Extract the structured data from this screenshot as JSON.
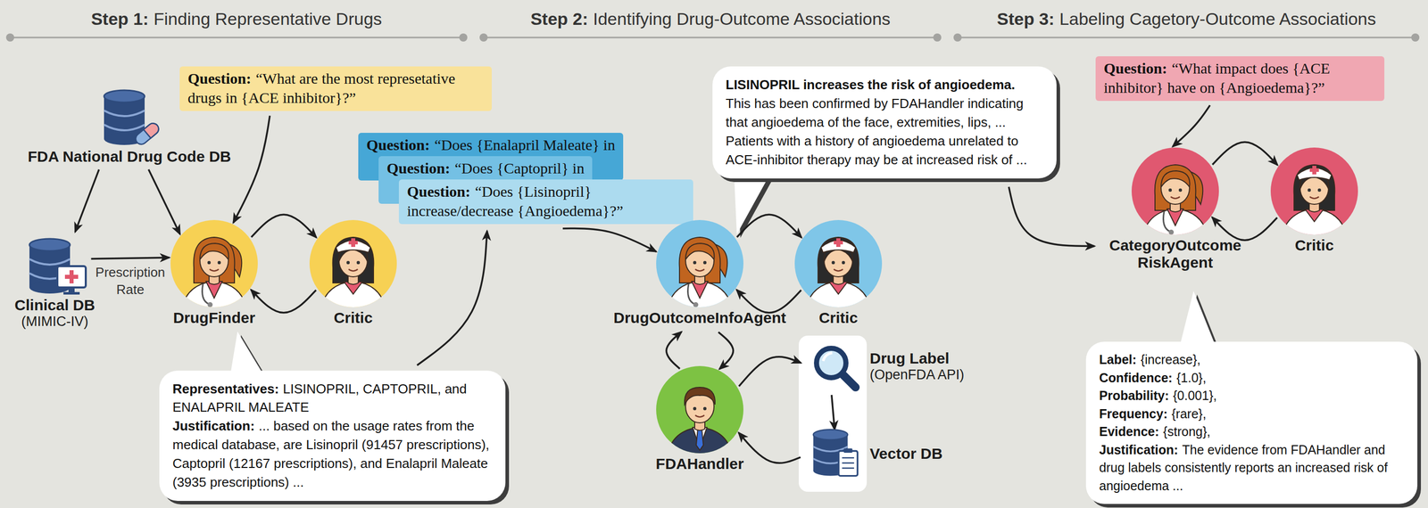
{
  "diagram": {
    "nodes": [
      {
        "text": [
          "Question:",
          "“What are the most represetative drugs in {ACE inhibitor}?”"
        ]
      },
      {
        "text": [
          "FDA National Drug Code DB"
        ]
      },
      {
        "text": [
          "Clinical DB",
          "(MIMIC-IV)"
        ]
      },
      {
        "text": [
          "DrugFinder"
        ]
      },
      {
        "text": [
          "Critic"
        ]
      },
      {
        "text": [
          "Representatives:",
          "LISINOPRIL, CAPTOPRIL, and ENALAPRIL MALEATE",
          "Justification:",
          "... based on the usage rates from the medical database, are Lisinopril (91457 prescriptions), Captopril (12167 prescriptions), and Enalapril Maleate (3935 prescriptions) ..."
        ]
      },
      {
        "text": [
          "Question:",
          "“Does {Enalapril Maleate} in"
        ]
      },
      {
        "text": [
          "Question:",
          "“Does {Captopril} in"
        ]
      },
      {
        "text": [
          "Question:",
          "“Does {Lisinopril} increase/decrease {Angioedema}?”"
        ]
      },
      {
        "text": [
          "DrugOutcomeInfoAgent"
        ]
      },
      {
        "text": [
          "Critic"
        ]
      },
      {
        "text": [
          "LISINOPRIL increases the risk of angioedema.",
          "This has been confirmed by FDAHandler indicating that angioedema of the face, extremities, lips, ... Patients with a history of angioedema unrelated to ACE-inhibitor therapy may be at increased risk of ..."
        ]
      },
      {
        "text": [
          "FDAHandler"
        ]
      },
      {
        "text": [
          "Drug Label",
          "(OpenFDA API)"
        ]
      },
      {
        "text": [
          "Vector DB"
        ]
      },
      {
        "text": [
          "Question:",
          "“What impact does {ACE inhibitor} have on {Angioedema}?”"
        ]
      },
      {
        "text": [
          "CategoryOutcome RiskAgent"
        ]
      },
      {
        "text": [
          "Critic"
        ]
      },
      {
        "text": [
          "Label:",
          "{increase},",
          "Confidence:",
          "{1.0},",
          "Probability:",
          "{0.001},",
          "Frequency:",
          "{rare},",
          "Evidence:",
          "{strong},",
          "Justification:",
          "The evidence from FDAHandler and drug labels consistently reports an increased risk of angioedema ..."
        ]
      }
    ],
    "edges": [
      {
        "from": 0,
        "to": 3,
        "arrow": "to"
      },
      {
        "from": 1,
        "to": 2,
        "arrow": "to"
      },
      {
        "from": 1,
        "to": 3,
        "arrow": "to"
      },
      {
        "from": 2,
        "to": 3,
        "label": "Prescription Rate",
        "arrow": "to"
      },
      {
        "from": 3,
        "to": 4,
        "arrow": "to"
      },
      {
        "from": 4,
        "to": 3,
        "arrow": "to"
      },
      {
        "from": 5,
        "to": 8,
        "arrow": "to"
      },
      {
        "from": 8,
        "to": 9,
        "arrow": "to"
      },
      {
        "from": 9,
        "to": 10,
        "arrow": "to"
      },
      {
        "from": 10,
        "to": 9,
        "arrow": "to"
      },
      {
        "from": 12,
        "to": 9,
        "arrow": "to"
      },
      {
        "from": 9,
        "to": 12,
        "arrow": "to"
      },
      {
        "from": 12,
        "to": 13,
        "arrow": "to"
      },
      {
        "from": 14,
        "to": 12,
        "arrow": "to"
      },
      {
        "from": 13,
        "to": 14,
        "arrow": "to"
      },
      {
        "from": 11,
        "to": 16,
        "arrow": "to"
      },
      {
        "from": 15,
        "to": 16,
        "arrow": "to"
      },
      {
        "from": 16,
        "to": 17,
        "arrow": "to"
      },
      {
        "from": 17,
        "to": 16,
        "arrow": "to"
      }
    ],
    "labels": [
      "Step 1:",
      "Finding Representative Drugs",
      "Step 2:",
      "Identifying Drug-Outcome Associations",
      "Step 3:",
      "Labeling Cagetory-Outcome Associations"
    ]
  }
}
